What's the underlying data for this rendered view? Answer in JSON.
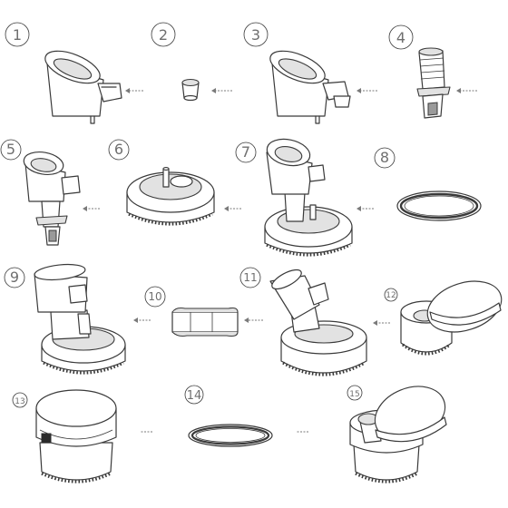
{
  "steps": [
    {
      "label": "1"
    },
    {
      "label": "2"
    },
    {
      "label": "3"
    },
    {
      "label": "4"
    },
    {
      "label": "5"
    },
    {
      "label": "6"
    },
    {
      "label": "7"
    },
    {
      "label": "8"
    },
    {
      "label": "9"
    },
    {
      "label": "10"
    },
    {
      "label": "11"
    },
    {
      "label": "12"
    },
    {
      "label": "13"
    },
    {
      "label": "14"
    },
    {
      "label": "15"
    }
  ]
}
